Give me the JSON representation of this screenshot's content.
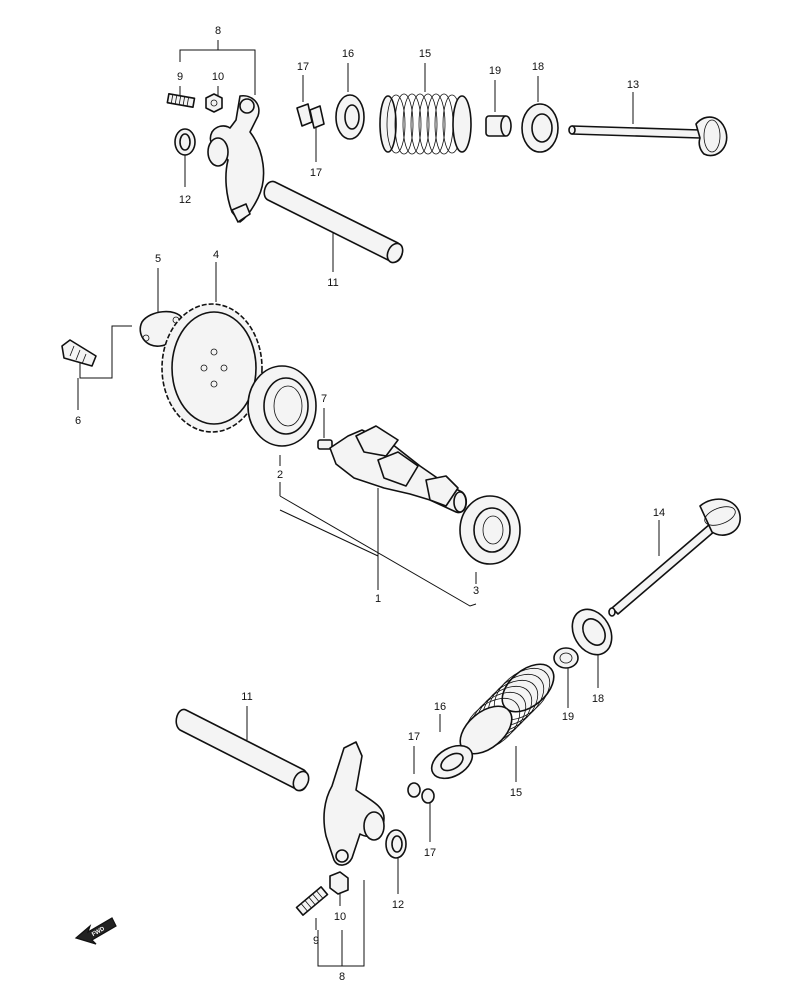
{
  "labels": {
    "p8a": "8",
    "p9a": "9",
    "p10a": "10",
    "p12a": "12",
    "p17a": "17",
    "p17b": "17",
    "p16a": "16",
    "p15a": "15",
    "p19a": "19",
    "p18a": "18",
    "p13": "13",
    "p11a": "11",
    "p5": "5",
    "p4": "4",
    "p6": "6",
    "p7": "7",
    "p2": "2",
    "p1": "1",
    "p3": "3",
    "p14": "14",
    "p18b": "18",
    "p19b": "19",
    "p16b": "16",
    "p15b": "15",
    "p17c": "17",
    "p17d": "17",
    "p11b": "11",
    "p12b": "12",
    "p10b": "10",
    "p9b": "9",
    "p8b": "8"
  },
  "front_marker": "FWD",
  "colors": {
    "line": "#111111",
    "fill": "#f4f4f4",
    "background": "#ffffff"
  }
}
